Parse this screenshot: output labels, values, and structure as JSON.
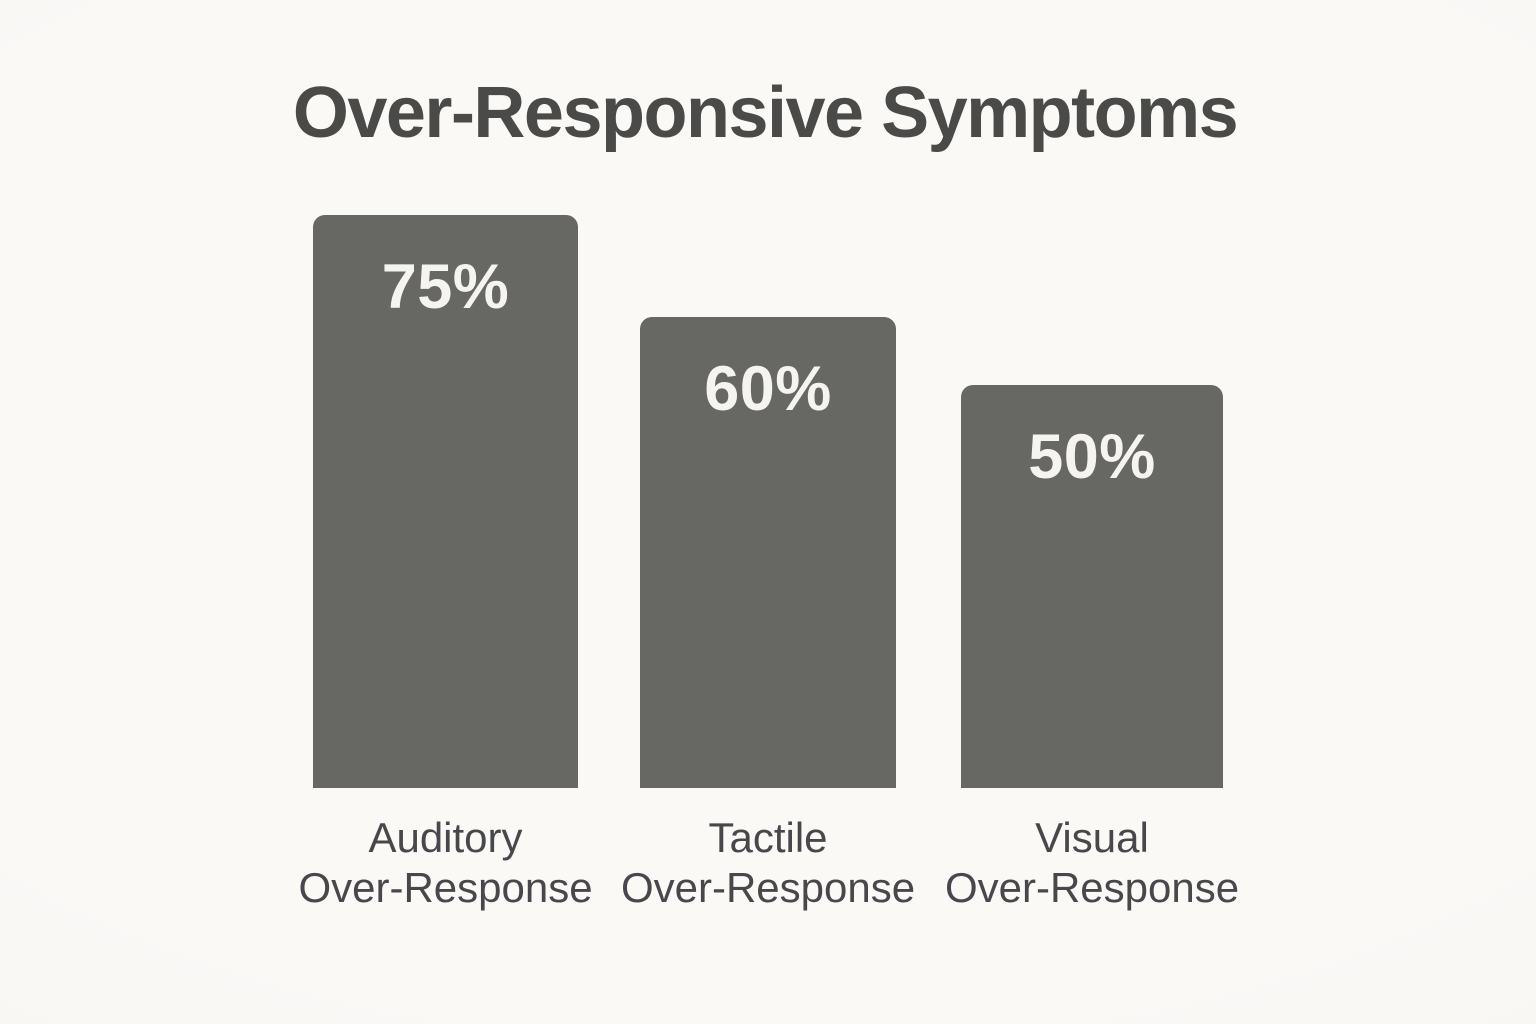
{
  "chart_data": {
    "type": "bar",
    "title": "Over-Responsive Symptoms",
    "categories": [
      "Auditory Over-Response",
      "Tactile Over-Response",
      "Visual Over-Response"
    ],
    "values": [
      75,
      60,
      50
    ],
    "value_labels": [
      "75%",
      "60%",
      "50%"
    ],
    "unit": "%",
    "ylim": [
      0,
      100
    ],
    "grid": false,
    "legend": "none",
    "axes_shown": false,
    "value_label_position": "inside-top",
    "colors": {
      "bar": "#676763",
      "background": "#faf8f5",
      "title_text": "#4a4a48",
      "category_text": "#48474b",
      "value_text": "#f6f4f0"
    }
  },
  "bars": [
    {
      "line1": "Auditory",
      "line2": "Over-Response",
      "value_label": "75%"
    },
    {
      "line1": "Tactile",
      "line2": "Over-Response",
      "value_label": "60%"
    },
    {
      "line1": "Visual",
      "line2": "Over-Response",
      "value_label": "50%"
    }
  ]
}
